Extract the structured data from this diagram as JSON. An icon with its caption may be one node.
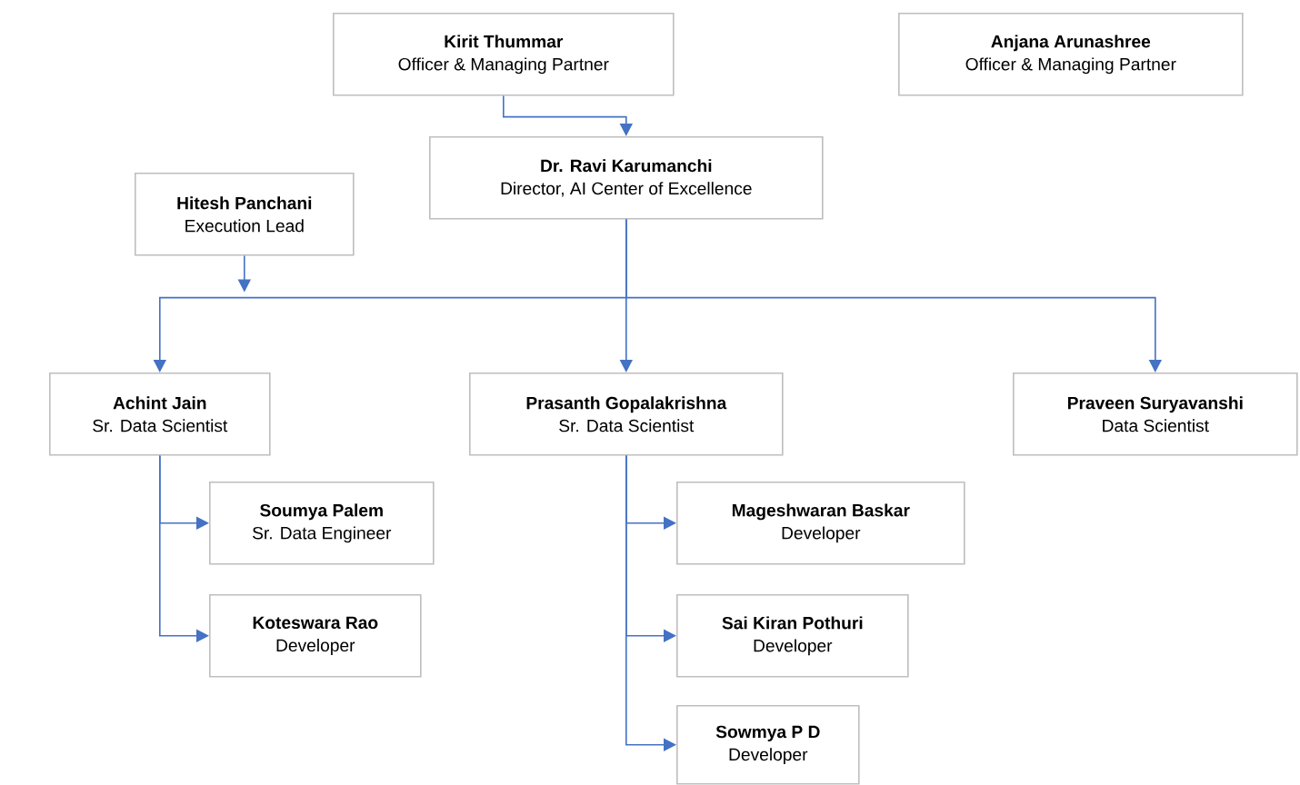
{
  "diagram": {
    "nodes": [
      {
        "text": [
          "Kirit Thummar",
          "Officer & Managing Partner"
        ]
      },
      {
        "text": [
          "Anjana Arunashree",
          "Officer & Managing Partner"
        ]
      },
      {
        "text": [
          "Dr. Ravi Karumanchi",
          "Director, AI Center of Excellence"
        ]
      },
      {
        "text": [
          "Hitesh Panchani",
          "Execution Lead"
        ]
      },
      {
        "text": [
          "Achint Jain",
          "Sr. Data Scientist"
        ]
      },
      {
        "text": [
          "Prasanth Gopalakrishna",
          "Sr. Data Scientist"
        ]
      },
      {
        "text": [
          "Praveen Suryavanshi",
          "Data Scientist"
        ]
      },
      {
        "text": [
          "Soumya Palem",
          "Sr. Data Engineer"
        ]
      },
      {
        "text": [
          "Koteswara Rao",
          "Developer"
        ]
      },
      {
        "text": [
          "Mageshwaran Baskar",
          "Developer"
        ]
      },
      {
        "text": [
          "Sai Kiran Pothuri",
          "Developer"
        ]
      },
      {
        "text": [
          "Sowmya P D",
          "Developer"
        ]
      }
    ],
    "edges": [
      {
        "from": 0,
        "to": 2,
        "arrow": "to"
      },
      {
        "from": 3,
        "to": null,
        "arrow": "to"
      },
      {
        "from": 2,
        "to": 4,
        "arrow": "to"
      },
      {
        "from": 2,
        "to": 5,
        "arrow": "to"
      },
      {
        "from": 2,
        "to": 6,
        "arrow": "to"
      },
      {
        "from": 4,
        "to": 7,
        "arrow": "to"
      },
      {
        "from": 4,
        "to": 8,
        "arrow": "to"
      },
      {
        "from": 5,
        "to": 9,
        "arrow": "to"
      },
      {
        "from": 5,
        "to": 10,
        "arrow": "to"
      },
      {
        "from": 5,
        "to": 11,
        "arrow": "to"
      }
    ]
  }
}
